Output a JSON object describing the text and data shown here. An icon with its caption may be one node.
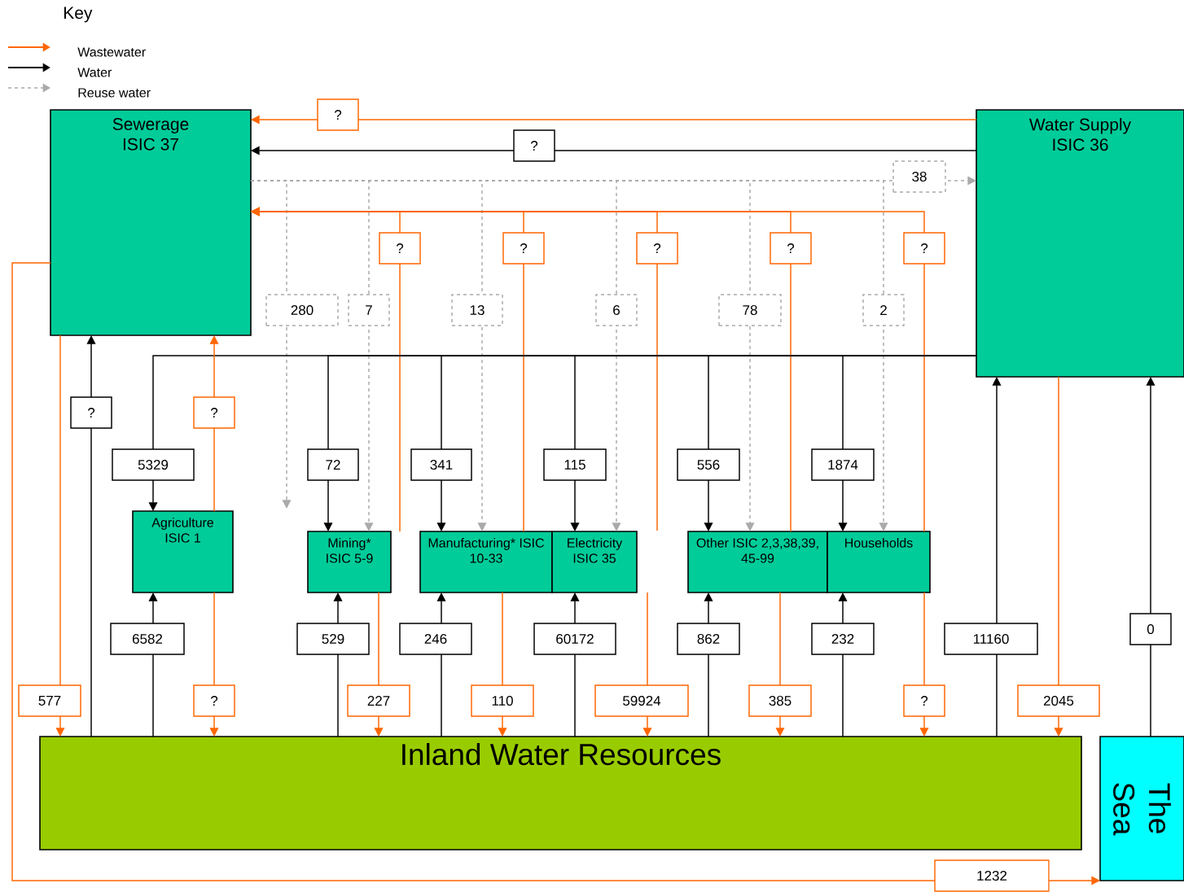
{
  "diagram": {
    "nodes": [
      {
        "text": [
          "Sewerage ISIC 37"
        ]
      },
      {
        "text": [
          "Water Supply ISIC 36"
        ]
      },
      {
        "text": [
          "Agriculture ISIC 1"
        ]
      },
      {
        "text": [
          "Mining* ISIC 5-9"
        ]
      },
      {
        "text": [
          "Manufacturing* ISIC 10-33"
        ]
      },
      {
        "text": [
          "Electricity ISIC 35"
        ]
      },
      {
        "text": [
          "Other ISIC 2,3,38,39, 45-99"
        ]
      },
      {
        "text": [
          "Households"
        ]
      },
      {
        "text": [
          "Inland Water Resources"
        ]
      },
      {
        "text": [
          "The Sea"
        ]
      }
    ],
    "edges": [
      {
        "from": 1,
        "to": 0,
        "arrow": "to",
        "label": "?",
        "color": "#ff6600"
      },
      {
        "from": 1,
        "to": 0,
        "arrow": "to",
        "label": "?",
        "color": "#000000"
      },
      {
        "from": 0,
        "to": 1,
        "arrow": "to",
        "label": "38",
        "style": "dashed",
        "color": "#aaaaaa"
      },
      {
        "from": 0,
        "to": null,
        "arrow": "to",
        "label": "280",
        "style": "dashed",
        "color": "#aaaaaa"
      },
      {
        "from": 0,
        "to": 3,
        "arrow": "to",
        "label": "7",
        "style": "dashed",
        "color": "#aaaaaa"
      },
      {
        "from": 0,
        "to": 4,
        "arrow": "to",
        "label": "13",
        "style": "dashed",
        "color": "#aaaaaa"
      },
      {
        "from": 0,
        "to": 5,
        "arrow": "to",
        "label": "6",
        "style": "dashed",
        "color": "#aaaaaa"
      },
      {
        "from": 0,
        "to": 6,
        "arrow": "to",
        "label": "78",
        "style": "dashed",
        "color": "#aaaaaa"
      },
      {
        "from": 0,
        "to": 7,
        "arrow": "to",
        "label": "2",
        "style": "dashed",
        "color": "#aaaaaa"
      },
      {
        "from": 3,
        "to": 0,
        "arrow": "to",
        "label": "?",
        "color": "#ff6600"
      },
      {
        "from": 4,
        "to": 0,
        "arrow": "to",
        "label": "?",
        "color": "#ff6600"
      },
      {
        "from": null,
        "to": 0,
        "arrow": "to",
        "label": "?",
        "color": "#ff6600"
      },
      {
        "from": 6,
        "to": 0,
        "arrow": "to",
        "label": "?",
        "color": "#ff6600"
      },
      {
        "from": 7,
        "to": 0,
        "arrow": "to",
        "label": "?",
        "color": "#ff6600"
      },
      {
        "from": 1,
        "to": 2,
        "arrow": "to",
        "label": "5329",
        "color": "#000000"
      },
      {
        "from": 1,
        "to": 3,
        "arrow": "to",
        "label": "72",
        "color": "#000000"
      },
      {
        "from": 1,
        "to": 4,
        "arrow": "to",
        "label": "341",
        "color": "#000000"
      },
      {
        "from": 1,
        "to": 5,
        "arrow": "to",
        "label": "115",
        "color": "#000000"
      },
      {
        "from": 1,
        "to": 6,
        "arrow": "to",
        "label": "556",
        "color": "#000000"
      },
      {
        "from": 1,
        "to": 7,
        "arrow": "to",
        "label": "1874",
        "color": "#000000"
      },
      {
        "from": 8,
        "to": 0,
        "arrow": "to",
        "label": "?",
        "color": "#000000"
      },
      {
        "from": 2,
        "to": 0,
        "arrow": "to",
        "label": "?",
        "color": "#ff6600"
      },
      {
        "from": 0,
        "to": 8,
        "arrow": "to",
        "label": "577",
        "color": "#ff6600"
      },
      {
        "from": 8,
        "to": 2,
        "arrow": "to",
        "label": "6582",
        "color": "#000000"
      },
      {
        "from": 8,
        "to": 3,
        "arrow": "to",
        "label": "529",
        "color": "#000000"
      },
      {
        "from": 8,
        "to": 4,
        "arrow": "to",
        "label": "246",
        "color": "#000000"
      },
      {
        "from": 8,
        "to": 5,
        "arrow": "to",
        "label": "60172",
        "color": "#000000"
      },
      {
        "from": 8,
        "to": 6,
        "arrow": "to",
        "label": "862",
        "color": "#000000"
      },
      {
        "from": 8,
        "to": 7,
        "arrow": "to",
        "label": "232",
        "color": "#000000"
      },
      {
        "from": 2,
        "to": 8,
        "arrow": "to",
        "label": "?",
        "color": "#ff6600"
      },
      {
        "from": 3,
        "to": 8,
        "arrow": "to",
        "label": "227",
        "color": "#ff6600"
      },
      {
        "from": 4,
        "to": 8,
        "arrow": "to",
        "label": "110",
        "color": "#ff6600"
      },
      {
        "from": 5,
        "to": 8,
        "arrow": "to",
        "label": "59924",
        "color": "#ff6600"
      },
      {
        "from": 6,
        "to": 8,
        "arrow": "to",
        "label": "385",
        "color": "#ff6600"
      },
      {
        "from": 7,
        "to": 8,
        "arrow": "to",
        "label": "?",
        "color": "#ff6600"
      },
      {
        "from": 8,
        "to": 1,
        "arrow": "to",
        "label": "11160",
        "color": "#000000"
      },
      {
        "from": 1,
        "to": 8,
        "arrow": "to",
        "label": "2045",
        "color": "#ff6600"
      },
      {
        "from": 9,
        "to": 1,
        "arrow": "to",
        "label": "0",
        "color": "#000000"
      },
      {
        "from": 0,
        "to": 9,
        "arrow": "to",
        "label": "1232",
        "color": "#ff6600"
      }
    ],
    "labels": [
      "Key"
    ],
    "legend": [
      {
        "text": "Wastewater"
      },
      {
        "text": "Water"
      },
      {
        "text": "Reuse water"
      }
    ]
  }
}
